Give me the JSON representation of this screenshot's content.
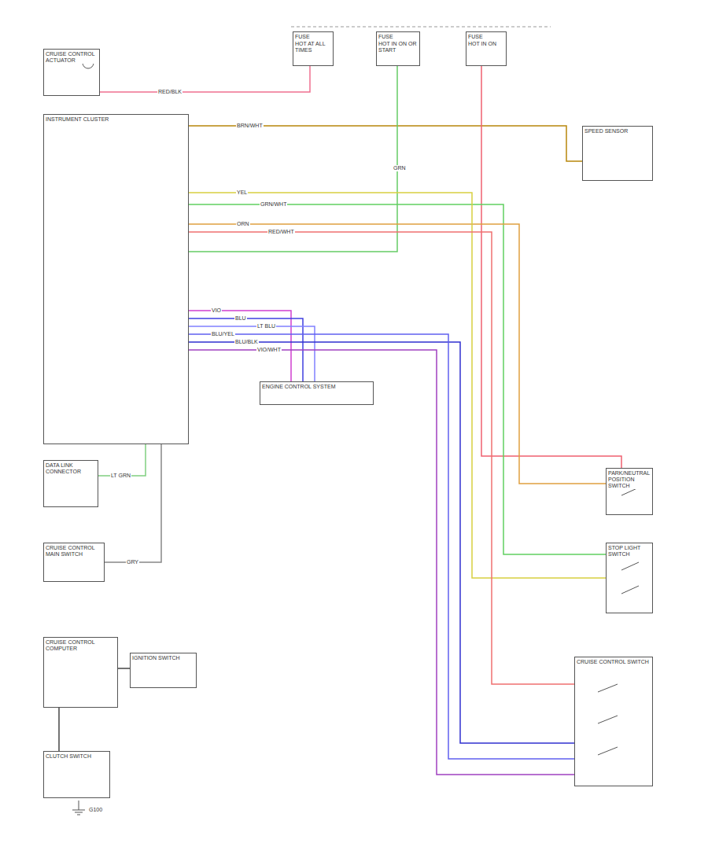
{
  "diagram": {
    "nodes": [
      {
        "text": [
          "CRUISE CONTROL ACTUATOR"
        ]
      },
      {
        "text": [
          "INSTRUMENT CLUSTER"
        ]
      },
      {
        "text": [
          "FUSE",
          "HOT AT ALL TIMES"
        ]
      },
      {
        "text": [
          "FUSE",
          "HOT IN ON OR START"
        ]
      },
      {
        "text": [
          "FUSE",
          "HOT IN ON"
        ]
      },
      {
        "text": [
          "SPEED SENSOR"
        ]
      },
      {
        "text": [
          "ENGINE CONTROL SYSTEM"
        ]
      },
      {
        "text": [
          "CRUISE CONTROL MAIN SWITCH"
        ]
      },
      {
        "text": [
          "CRUISE CONTROL COMPUTER"
        ]
      },
      {
        "text": [
          "IGNITION SWITCH"
        ]
      },
      {
        "text": [
          "CLUTCH SWITCH"
        ]
      },
      {
        "text": [
          "PARK/NEUTRAL POSITION SWITCH"
        ]
      },
      {
        "text": [
          "STOP LIGHT SWITCH"
        ]
      },
      {
        "text": [
          "CRUISE CONTROL SWITCH"
        ]
      },
      {
        "text": [
          "DATA LINK CONNECTOR"
        ]
      }
    ],
    "edges": [
      {
        "from": 0,
        "to": 2,
        "arrow": "none"
      },
      {
        "from": 1,
        "to": 5,
        "arrow": "none"
      },
      {
        "from": 3,
        "to": 1,
        "arrow": "none"
      },
      {
        "from": 4,
        "to": 11,
        "arrow": "none"
      },
      {
        "from": 1,
        "to": 6,
        "arrow": "none"
      },
      {
        "from": 1,
        "to": 6,
        "arrow": "none"
      },
      {
        "from": 1,
        "to": 6,
        "arrow": "none"
      },
      {
        "from": 1,
        "to": 13,
        "arrow": "none"
      },
      {
        "from": 1,
        "to": 13,
        "arrow": "none"
      },
      {
        "from": 1,
        "to": 13,
        "arrow": "none"
      },
      {
        "from": 1,
        "to": 12,
        "arrow": "none"
      },
      {
        "from": 1,
        "to": 11,
        "arrow": "none"
      },
      {
        "from": 1,
        "to": 12,
        "arrow": "none"
      },
      {
        "from": 1,
        "to": 13,
        "arrow": "none"
      },
      {
        "from": 9,
        "to": 8,
        "arrow": "none"
      },
      {
        "from": 7,
        "to": 1,
        "arrow": "none"
      },
      {
        "from": 8,
        "to": 10,
        "arrow": "none"
      },
      {
        "from": 14,
        "to": 1,
        "arrow": "none"
      }
    ],
    "labels": [
      "RED/BLK",
      "BRN/WHT",
      "GRN",
      "YEL",
      "GRN/WHT",
      "ORN",
      "RED/WHT",
      "VIO",
      "BLU",
      "LT BLU",
      "BLU/YEL",
      "BLU/BLK",
      "VIO/WHT",
      "GRY",
      "LT GRN",
      "G100"
    ]
  }
}
